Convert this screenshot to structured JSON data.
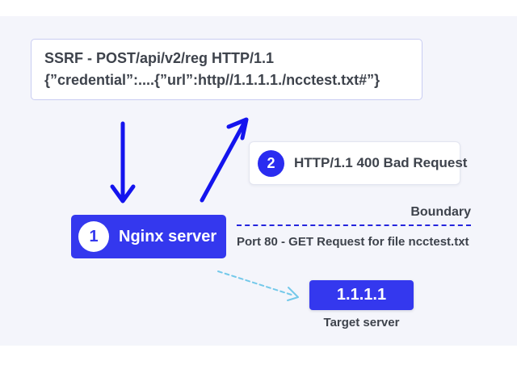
{
  "diagram": {
    "request_box": {
      "line1": "SSRF - POST/api/v2/reg HTTP/1.1",
      "line2": "{”credential”:....{”url”:http//1.1.1.1./ncctest.txt#”}"
    },
    "response_box": {
      "step": "2",
      "label": "HTTP/1.1 400 Bad Request"
    },
    "nginx_box": {
      "step": "1",
      "label": "Nginx server"
    },
    "boundary_label": "Boundary",
    "port_label": "Port 80 - GET Request for file ncctest.txt",
    "target_box": {
      "ip": "1.1.1.1",
      "caption": "Target server"
    },
    "icons": {
      "request_arrow": "down-arrow-icon",
      "response_arrow": "up-right-arrow-icon",
      "target_arrow": "dashed-right-arrow-icon"
    },
    "colors": {
      "primary_blue": "#3438ee",
      "badge_blue": "#2a2cf0",
      "arrow_blue": "#1414ee",
      "boundary_line_blue": "#2525dd",
      "target_arrow_cyan": "#74c9ea",
      "text_dark": "#3e434c",
      "panel_background": "#f4f5fb",
      "box_border": "#c9cdf2"
    }
  }
}
